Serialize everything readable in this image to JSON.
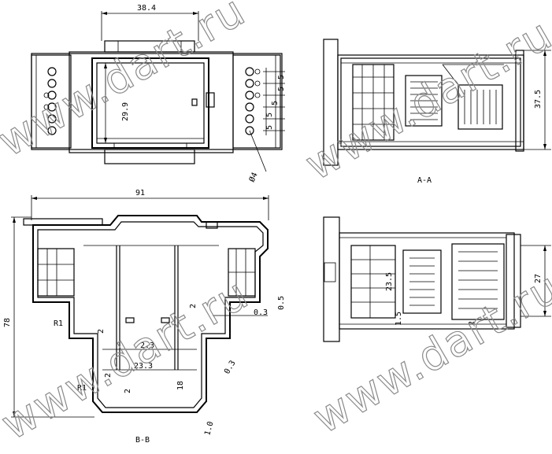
{
  "watermark_text": "www.dart.ru",
  "labels": {
    "section_aa": "A-A",
    "section_bb": "B-B"
  },
  "dimensions": {
    "top_width": "38.4",
    "front_height": "29.9",
    "terminal_pitch_1": "5",
    "terminal_pitch_2": "5",
    "terminal_pitch_3": "5",
    "terminal_pitch_4": "5",
    "terminal_pitch_5": "5",
    "hole_dia": "Ø4",
    "aa_height": "37.5",
    "bb_width": "91",
    "bb_height": "78",
    "bb_radius_1": "R1",
    "bb_radius_2": "R1",
    "bb_wall_2a": "2",
    "bb_wall_2b": "2",
    "bb_gap_03": "0.3",
    "bb_gap_05": "0.5",
    "bb_inner_23a": "2.3",
    "bb_inner_23b": "23.3",
    "bb_gap_03b": "0.3",
    "bb_wall_2c": "2",
    "bb_wall_2d": "2",
    "bb_small_1": "18",
    "bb_bottom_1": "1.0",
    "side_235": "23.5",
    "side_15": "1.5",
    "side_2": "2",
    "side_27": "27"
  }
}
